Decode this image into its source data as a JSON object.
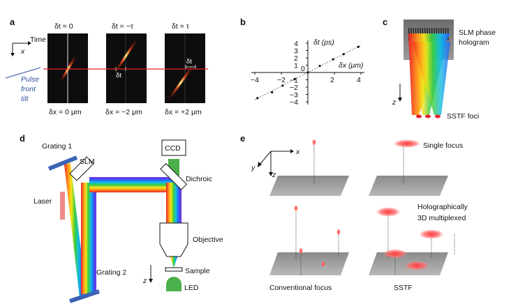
{
  "panels": {
    "a": {
      "label": "a",
      "frames": [
        {
          "top": "δt = 0",
          "bottom": "δx = 0 μm"
        },
        {
          "top": "δt = −τ",
          "bottom": "δx = −2 μm",
          "marker": "δt"
        },
        {
          "top": "δt = τ",
          "bottom": "δx = +2 μm",
          "marker": "δt"
        }
      ],
      "time_label": "Time",
      "x_label": "x",
      "pulse_tilt_label": [
        "Pulse",
        "front",
        "tilt"
      ]
    },
    "b": {
      "label": "b"
    },
    "c": {
      "label": "c",
      "slm_label": [
        "SLM phase",
        "hologram"
      ],
      "foci_label": "SSTF foci",
      "z_label": "z"
    },
    "d": {
      "label": "d",
      "grating1": "Grating 1",
      "grating2": "Grating 2",
      "slm": "SLM",
      "laser": "Laser",
      "ccd": "CCD",
      "dichroic": "Dichroic",
      "objective": "Objective",
      "sample": "Sample",
      "led": "LED",
      "z_label": "z"
    },
    "e": {
      "label": "e",
      "x_label": "x",
      "y_label": "y",
      "z_label": "z",
      "single_focus": "Single focus",
      "holo_label": [
        "Holographically",
        "3D multiplexed"
      ],
      "conventional": "Conventional focus",
      "sstf": "SSTF"
    }
  },
  "chart_data": {
    "type": "scatter",
    "xlabel": "δx (μm)",
    "ylabel": "δt (ps)",
    "xlim": [
      -4,
      4
    ],
    "ylim": [
      -4,
      4
    ],
    "x_ticks": [
      -4,
      -2,
      2,
      4
    ],
    "y_ticks": [
      -4,
      -3,
      -2,
      -1,
      1,
      2,
      3,
      4
    ],
    "x_tick_labels": [
      "−4",
      "−2",
      "2",
      "4"
    ],
    "y_tick_labels": [
      "−4",
      "−3",
      "−2",
      "−1",
      "1",
      "2",
      "3",
      "4"
    ],
    "zero_label": "0",
    "x": [
      -3.8,
      -2.7,
      -1.9,
      -1.0,
      0.0,
      0.9,
      1.9,
      2.7,
      3.8
    ],
    "y": [
      -3.5,
      -2.7,
      -1.8,
      -0.9,
      0.0,
      0.9,
      1.8,
      2.5,
      3.5
    ],
    "fit_line": true,
    "grid": false
  }
}
